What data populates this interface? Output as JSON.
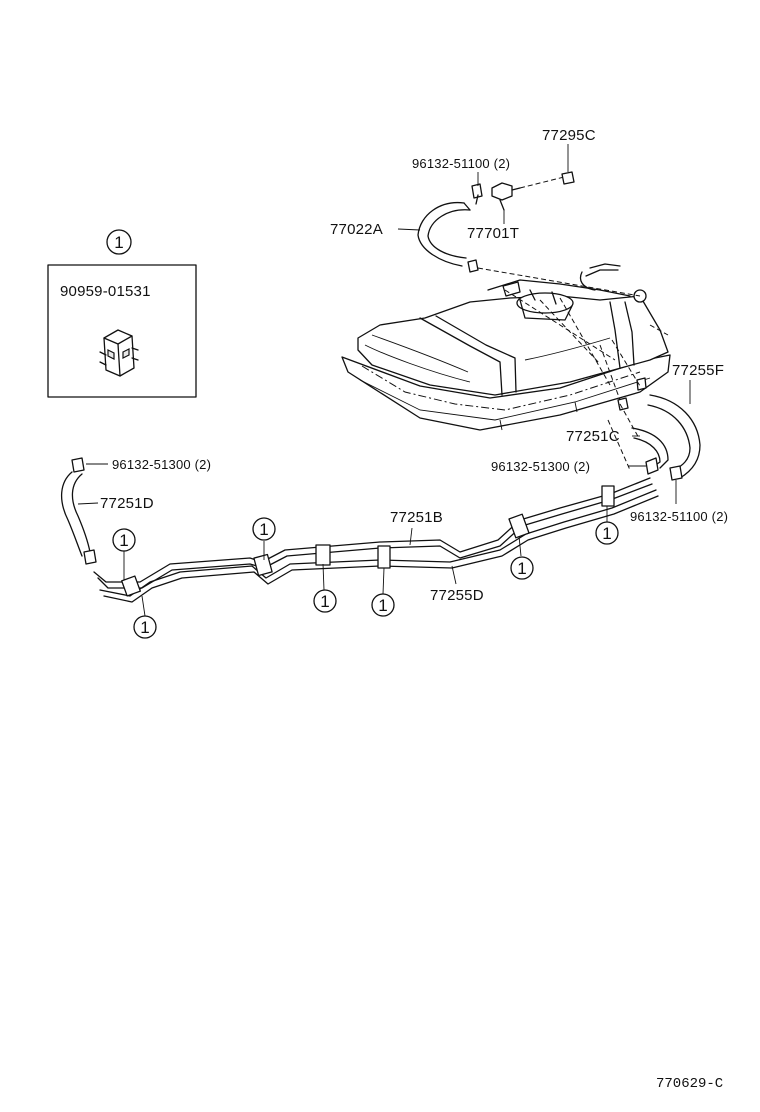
{
  "labels": {
    "p77295C": "77295C",
    "p96132_51100_top": "96132-51100 (2)",
    "p77022A": "77022A",
    "p77701T": "77701T",
    "p77255F": "77255F",
    "p77251C": "77251C",
    "p96132_51300_right": "96132-51300 (2)",
    "p96132_51100_right": "96132-51100 (2)",
    "p96132_51300_left": "96132-51300 (2)",
    "p77251D": "77251D",
    "p77251B": "77251B",
    "p77255D": "77255D",
    "p90959_01531": "90959-01531"
  },
  "callout": {
    "number": "1"
  },
  "footer": {
    "reference": "770629-C"
  }
}
